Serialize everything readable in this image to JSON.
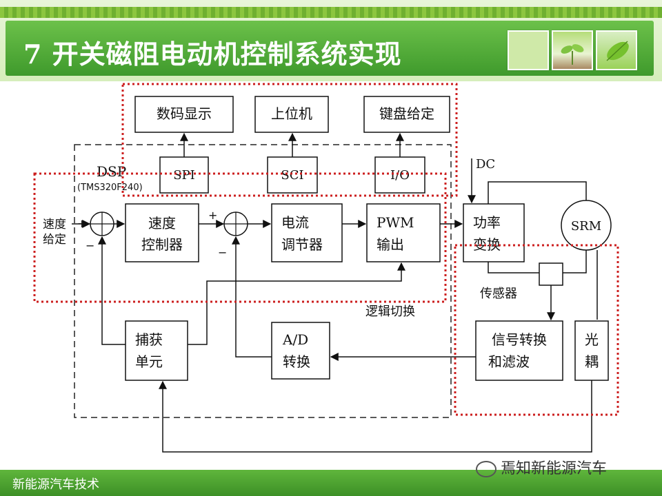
{
  "slide": {
    "title": "7 开关磁阻电动机控制系统实现",
    "footer": "新能源汽车技术",
    "watermark": "焉知新能源汽车"
  },
  "diagram": {
    "dsp_label": "DSP",
    "dsp_model": "(TMS320F240)",
    "top_blocks": [
      "数码显示",
      "上位机",
      "键盘给定"
    ],
    "interfaces": [
      "SPI",
      "SCI",
      "I/O"
    ],
    "speed_input": [
      "速度",
      "给定"
    ],
    "speed_controller": [
      "速度",
      "控制器"
    ],
    "current_regulator": [
      "电流",
      "调节器"
    ],
    "pwm_output": [
      "PWM",
      "输出"
    ],
    "power_converter": [
      "功率",
      "变换"
    ],
    "motor": "SRM",
    "dc_label": "DC",
    "sensor_label": "传感器",
    "logic_switch_label": "逻辑切换",
    "capture_unit": [
      "捕获",
      "单元"
    ],
    "ad_converter": [
      "A/D",
      "转换"
    ],
    "signal_filter": [
      "信号转换",
      "和滤波"
    ],
    "optocoupler": [
      "光",
      "耦"
    ],
    "plus_sign": "+",
    "minus_sign": "−",
    "colors": {
      "title_green": "#3f9a2c",
      "highlight_red": "#cc1f1f",
      "line": "#111111"
    }
  }
}
